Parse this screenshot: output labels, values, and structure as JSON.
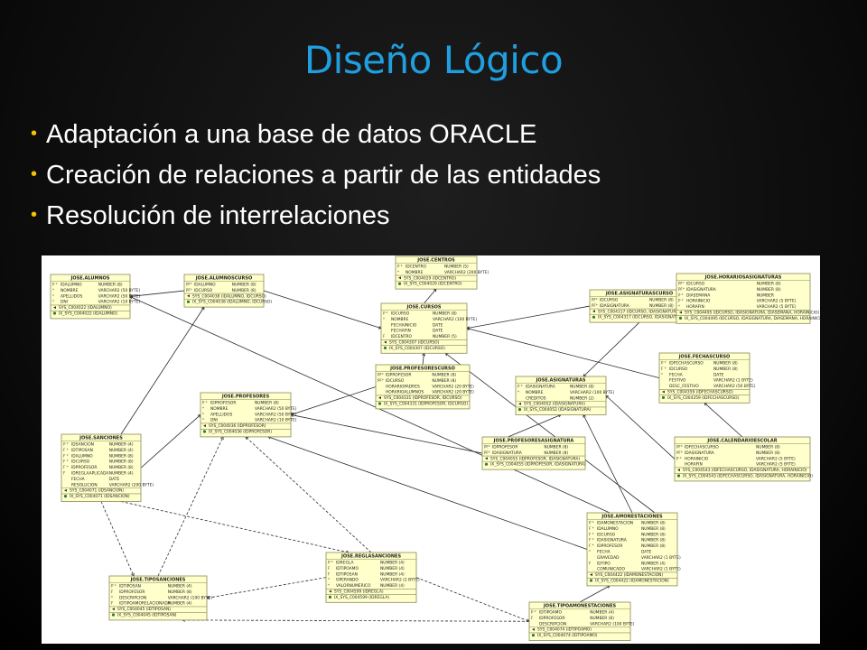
{
  "slide": {
    "title": "Diseño Lógico",
    "title_color": "#1f9fe0",
    "bullet_color": "#f7c200",
    "bullets": [
      "Adaptación a una base de datos ORACLE",
      "Creación de relaciones a partir de las entidades",
      "Resolución de interrelaciones"
    ]
  },
  "diagram": {
    "tables": [
      {
        "name": "JOSE.ALUMNOS",
        "columns": [
          {
            "key": "P *",
            "col": "IDALUMNO",
            "type": "NUMBER (8)"
          },
          {
            "key": "*",
            "col": "NOMBRE",
            "type": "VARCHAR2 (50 BYTE)"
          },
          {
            "key": "*",
            "col": "APELLIDOS",
            "type": "VARCHAR2 (50 BYTE)"
          },
          {
            "key": "*",
            "col": "DNI",
            "type": "VARCHAR2 (10 BYTE)"
          }
        ],
        "keys": [
          "SYS_C004022 (IDALUMNO)"
        ],
        "indexes": [
          "IX_SYS_C004022 (IDALUMNO)"
        ]
      },
      {
        "name": "JOSE.ALUMNOSCURSO",
        "columns": [
          {
            "key": "PF*",
            "col": "IDALUMNO",
            "type": "NUMBER (8)"
          },
          {
            "key": "PF*",
            "col": "IDCURSO",
            "type": "NUMBER (8)"
          }
        ],
        "keys": [
          "SYS_C004038 (IDALUMNO, IDCURSO)"
        ],
        "indexes": [
          "IX_SYS_C004038 (IDALUMNO, IDCURSO)"
        ]
      },
      {
        "name": "JOSE.CENTROS",
        "columns": [
          {
            "key": "P *",
            "col": "IDCENTRO",
            "type": "NUMBER (5)"
          },
          {
            "key": "*",
            "col": "NOMBRE",
            "type": "VARCHAR2 (200 BYTE)"
          }
        ],
        "keys": [
          "SYS_C004029 (IDCENTRO)"
        ],
        "indexes": [
          "IX_SYS_C004029 (IDCENTRO)"
        ]
      },
      {
        "name": "JOSE.CURSOS",
        "columns": [
          {
            "key": "P *",
            "col": "IDCURSO",
            "type": "NUMBER (8)"
          },
          {
            "key": "*",
            "col": "NOMBRE",
            "type": "VARCHAR2 (100 BYTE)"
          },
          {
            "key": "",
            "col": "FECHAINICIO",
            "type": "DATE"
          },
          {
            "key": "",
            "col": "FECHAFIN",
            "type": "DATE"
          },
          {
            "key": "F",
            "col": "IDCENTRO",
            "type": "NUMBER (5)"
          }
        ],
        "keys": [
          "SYS_C004307 (IDCURSO)"
        ],
        "indexes": [
          "IX_SYS_C004307 (IDCURSO)"
        ]
      },
      {
        "name": "JOSE.ASIGNATURASCURSO",
        "columns": [
          {
            "key": "PF*",
            "col": "IDCURSO",
            "type": "NUMBER (8)"
          },
          {
            "key": "PF*",
            "col": "IDASIGNATURA",
            "type": "NUMBER (8)"
          }
        ],
        "keys": [
          "SYS_C004317 (IDCURSO, IDASIGNATURA)"
        ],
        "indexes": [
          "IX_SYS_C004317 (IDCURSO, IDASIGNATURA)"
        ]
      },
      {
        "name": "JOSE.HORARIOSASIGNATURAS",
        "columns": [
          {
            "key": "PF*",
            "col": "IDCURSO",
            "type": "NUMBER (8)"
          },
          {
            "key": "PF*",
            "col": "IDASIGNATURA",
            "type": "NUMBER (8)"
          },
          {
            "key": "P *",
            "col": "DIASEMANA",
            "type": "NUMBER"
          },
          {
            "key": "P *",
            "col": "HORAINICIO",
            "type": "VARCHAR2 (5 BYTE)"
          },
          {
            "key": "*",
            "col": "HORAFIN",
            "type": "VARCHAR2 (5 BYTE)"
          }
        ],
        "keys": [
          "SYS_C004495 (IDCURSO, IDASIGNATURA, DIASEMANA, HORAINICIO)"
        ],
        "indexes": [
          "IX_SYS_C004495 (IDCURSO, IDASIGNATURA, DIASEMANA, HORAINICIO)"
        ]
      },
      {
        "name": "JOSE.PROFESORESCURSO",
        "columns": [
          {
            "key": "PF*",
            "col": "IDPROFESOR",
            "type": "NUMBER (8)"
          },
          {
            "key": "PF*",
            "col": "IDCURSO",
            "type": "NUMBER (8)"
          },
          {
            "key": "",
            "col": "HORARIOPADRES",
            "type": "VARCHAR2 (20 BYTE)"
          },
          {
            "key": "",
            "col": "HORARIOALUMNOS",
            "type": "VARCHAR2 (20 BYTE)"
          }
        ],
        "keys": [
          "SYS_C004331 (IDPROFESOR, IDCURSO)"
        ],
        "indexes": [
          "IX_SYS_C004331 (IDPROFESOR, IDCURSO)"
        ]
      },
      {
        "name": "JOSE.FECHASCURSO",
        "columns": [
          {
            "key": "P *",
            "col": "IDFECHASCURSO",
            "type": "NUMBER (8)"
          },
          {
            "key": "F *",
            "col": "IDCURSO",
            "type": "NUMBER (8)"
          },
          {
            "key": "*",
            "col": "FECHA",
            "type": "DATE"
          },
          {
            "key": "",
            "col": "FESTIVO",
            "type": "VARCHAR2 (1 BYTE)"
          },
          {
            "key": "",
            "col": "DESC_FESTIVO",
            "type": "VARCHAR2 (50 BYTE)"
          }
        ],
        "keys": [
          "SYS_C004359 (IDFECHASCURSO)"
        ],
        "indexes": [
          "IX_SYS_C004359 (IDFECHASCURSO)"
        ]
      },
      {
        "name": "JOSE.PROFESORES",
        "columns": [
          {
            "key": "P *",
            "col": "IDPROFESOR",
            "type": "NUMBER (8)"
          },
          {
            "key": "*",
            "col": "NOMBRE",
            "type": "VARCHAR2 (50 BYTE)"
          },
          {
            "key": "*",
            "col": "APELLIDOS",
            "type": "VARCHAR2 (50 BYTE)"
          },
          {
            "key": "*",
            "col": "DNI",
            "type": "VARCHAR2 (10 BYTE)"
          }
        ],
        "keys": [
          "SYS_C004036 (IDPROFESOR)"
        ],
        "indexes": [
          "IX_SYS_C004036 (IDPROFESOR)"
        ]
      },
      {
        "name": "JOSE.ASIGNATURAS",
        "columns": [
          {
            "key": "P *",
            "col": "IDASIGNATURA",
            "type": "NUMBER (8)"
          },
          {
            "key": "*",
            "col": "NOMBRE",
            "type": "VARCHAR2 (100 BYTE)"
          },
          {
            "key": "",
            "col": "CREDITOS",
            "type": "NUMBER (2)"
          }
        ],
        "keys": [
          "SYS_C004052 (IDASIGNATURA)"
        ],
        "indexes": [
          "IX_SYS_C004052 (IDASIGNATURA)"
        ]
      },
      {
        "name": "JOSE.SANCIONES",
        "columns": [
          {
            "key": "P *",
            "col": "IDSANCION",
            "type": "NUMBER (4)"
          },
          {
            "key": "F *",
            "col": "IDTIPOSAN",
            "type": "NUMBER (4)"
          },
          {
            "key": "F *",
            "col": "IDALUMNO",
            "type": "NUMBER (8)"
          },
          {
            "key": "F *",
            "col": "IDCURSO",
            "type": "NUMBER (8)"
          },
          {
            "key": "F *",
            "col": "IDPROFESOR",
            "type": "NUMBER (8)"
          },
          {
            "key": "F",
            "col": "IDREGLAAPLICADA",
            "type": "NUMBER (4)"
          },
          {
            "key": "",
            "col": "FECHA",
            "type": "DATE"
          },
          {
            "key": "",
            "col": "RESOLUCION",
            "type": "VARCHAR2 (200 BYTE)"
          }
        ],
        "keys": [
          "SYS_C004071 (IDSANCION)"
        ],
        "indexes": [
          "IX_SYS_C004071 (IDSANCION)"
        ]
      },
      {
        "name": "JOSE.PROFESORESASIGNATURA",
        "columns": [
          {
            "key": "PF*",
            "col": "IDPROFESOR",
            "type": "NUMBER (8)"
          },
          {
            "key": "PF*",
            "col": "IDASIGNATURA",
            "type": "NUMBER (8)"
          }
        ],
        "keys": [
          "SYS_C004055 (IDPROFESOR, IDASIGNATURA)"
        ],
        "indexes": [
          "IX_SYS_C004055 (IDPROFESOR, IDASIGNATURA)"
        ]
      },
      {
        "name": "JOSE.CALENDARIOESCOLAR",
        "columns": [
          {
            "key": "PF*",
            "col": "IDFECHASCURSO",
            "type": "NUMBER (8)"
          },
          {
            "key": "PF*",
            "col": "IDASIGNATURA",
            "type": "NUMBER (8)"
          },
          {
            "key": "P *",
            "col": "HORAINICIO",
            "type": "VARCHAR2 (5 BYTE)"
          },
          {
            "key": "",
            "col": "HORAFIN",
            "type": "VARCHAR2 (5 BYTE)"
          }
        ],
        "keys": [
          "SYS_C004543 (IDFECHASCURSO, IDASIGNATURA, HORAINICIO)"
        ],
        "indexes": [
          "IX_SYS_C004543 (IDFECHASCURSO, IDASIGNATURA, HORAINICIO)"
        ]
      },
      {
        "name": "JOSE.AMONESTACIONES",
        "columns": [
          {
            "key": "P *",
            "col": "IDAMONESTACION",
            "type": "NUMBER (8)"
          },
          {
            "key": "F *",
            "col": "IDALUMNO",
            "type": "NUMBER (8)"
          },
          {
            "key": "F *",
            "col": "IDCURSO",
            "type": "NUMBER (8)"
          },
          {
            "key": "F *",
            "col": "IDASIGNATURA",
            "type": "NUMBER (8)"
          },
          {
            "key": "F *",
            "col": "IDPROFESOR",
            "type": "NUMBER (8)"
          },
          {
            "key": "*",
            "col": "FECHA",
            "type": "DATE"
          },
          {
            "key": "",
            "col": "GRAVEDAD",
            "type": "VARCHAR2 (1 BYTE)"
          },
          {
            "key": "F",
            "col": "IDTIPO",
            "type": "NUMBER (4)"
          },
          {
            "key": "",
            "col": "COMUNICADO",
            "type": "VARCHAR2 (1 BYTE)"
          }
        ],
        "keys": [
          "SYS_C004422 (IDAMONESTACION)"
        ],
        "indexes": [
          "IX_SYS_C004422 (IDAMONESTACION)"
        ]
      },
      {
        "name": "JOSE.REGLASANCIONES",
        "columns": [
          {
            "key": "P *",
            "col": "IDREGLA",
            "type": "NUMBER (4)"
          },
          {
            "key": "F",
            "col": "IDTIPOAMO",
            "type": "NUMBER (4)"
          },
          {
            "key": "F",
            "col": "IDTIPOSAN",
            "type": "NUMBER (4)"
          },
          {
            "key": "*",
            "col": "OPERANDO",
            "type": "VARCHAR2 (2 BYTE)"
          },
          {
            "key": "*",
            "col": "VALORNUMERICO",
            "type": "NUMBER (4)"
          }
        ],
        "keys": [
          "SYS_C004599 (IDREGLA)"
        ],
        "indexes": [
          "IX_SYS_C004599 (IDREGLA)"
        ]
      },
      {
        "name": "JOSE.TIPOSANCIONES",
        "columns": [
          {
            "key": "P *",
            "col": "IDTIPOSAN",
            "type": "NUMBER (4)"
          },
          {
            "key": "F",
            "col": "IDPROFESOR",
            "type": "NUMBER (8)"
          },
          {
            "key": "*",
            "col": "DESCRIPCION",
            "type": "VARCHAR2 (100 BYTE)"
          },
          {
            "key": "F",
            "col": "IDTIPOAMORELACIONADA",
            "type": "NUMBER (4)"
          }
        ],
        "keys": [
          "SYS_C004045 (IDTIPOSAN)"
        ],
        "indexes": [
          "IX_SYS_C004045 (IDTIPOSAN)"
        ]
      },
      {
        "name": "JOSE.TIPOAMONESTACIONES",
        "columns": [
          {
            "key": "P *",
            "col": "IDTIPOAMO",
            "type": "NUMBER (4)"
          },
          {
            "key": "F",
            "col": "IDPROFESOR",
            "type": "NUMBER (8)"
          },
          {
            "key": "",
            "col": "DESCRIPCION",
            "type": "VARCHAR2 (100 BYTE)"
          }
        ],
        "keys": [
          "SYS_C004074 (IDTIPOAMO)"
        ],
        "indexes": [
          "IX_SYS_C004074 (IDTIPOAMO)"
        ]
      }
    ]
  }
}
